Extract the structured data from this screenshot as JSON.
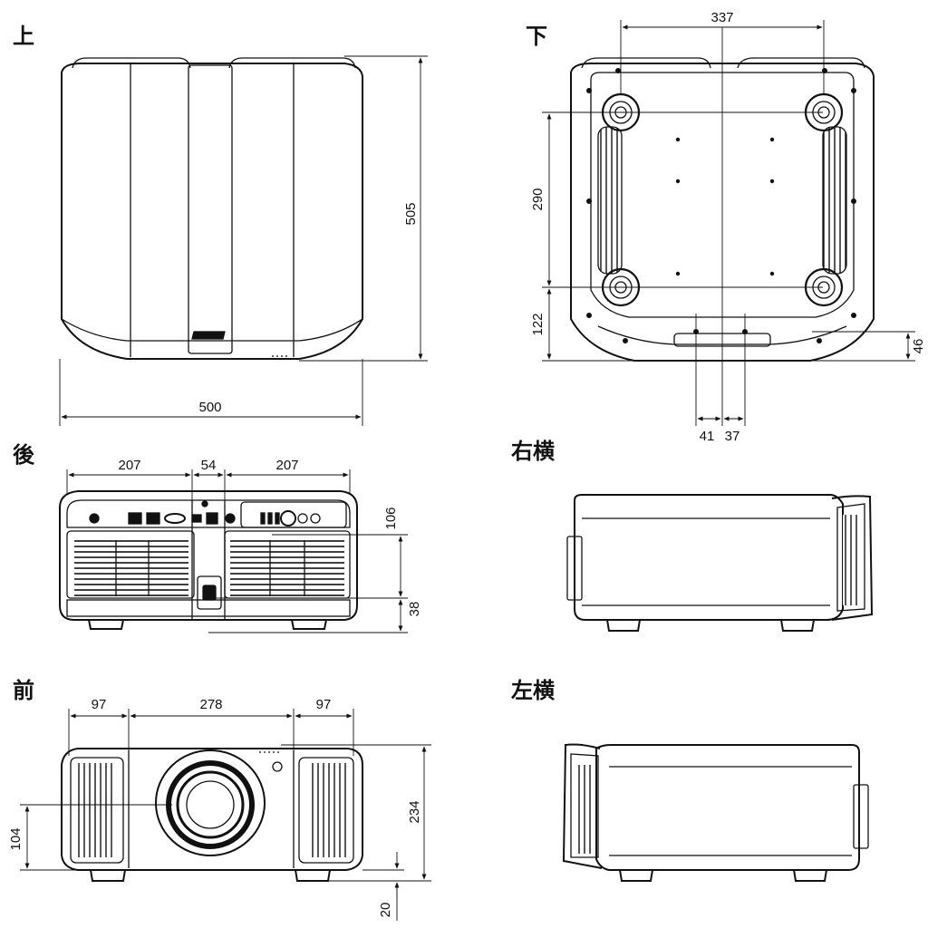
{
  "views": {
    "top": "上",
    "bottom": "下",
    "rear": "後",
    "right": "右横",
    "front": "前",
    "left": "左横"
  },
  "dims": {
    "top_width": "500",
    "top_depth": "505",
    "bottom_feet_span": "337",
    "bottom_feet_depth": "290",
    "bottom_rear_offset": "122",
    "bottom_front_offset": "46",
    "bottom_center_left": "41",
    "bottom_center_right": "37",
    "rear_left": "207",
    "rear_center": "54",
    "rear_right": "207",
    "rear_height": "106",
    "rear_base": "38",
    "front_left": "97",
    "front_center": "278",
    "front_right": "97",
    "front_height": "234",
    "front_lens_height": "104",
    "front_foot": "20"
  },
  "colors": {
    "line": "#111111",
    "bg": "#ffffff"
  }
}
